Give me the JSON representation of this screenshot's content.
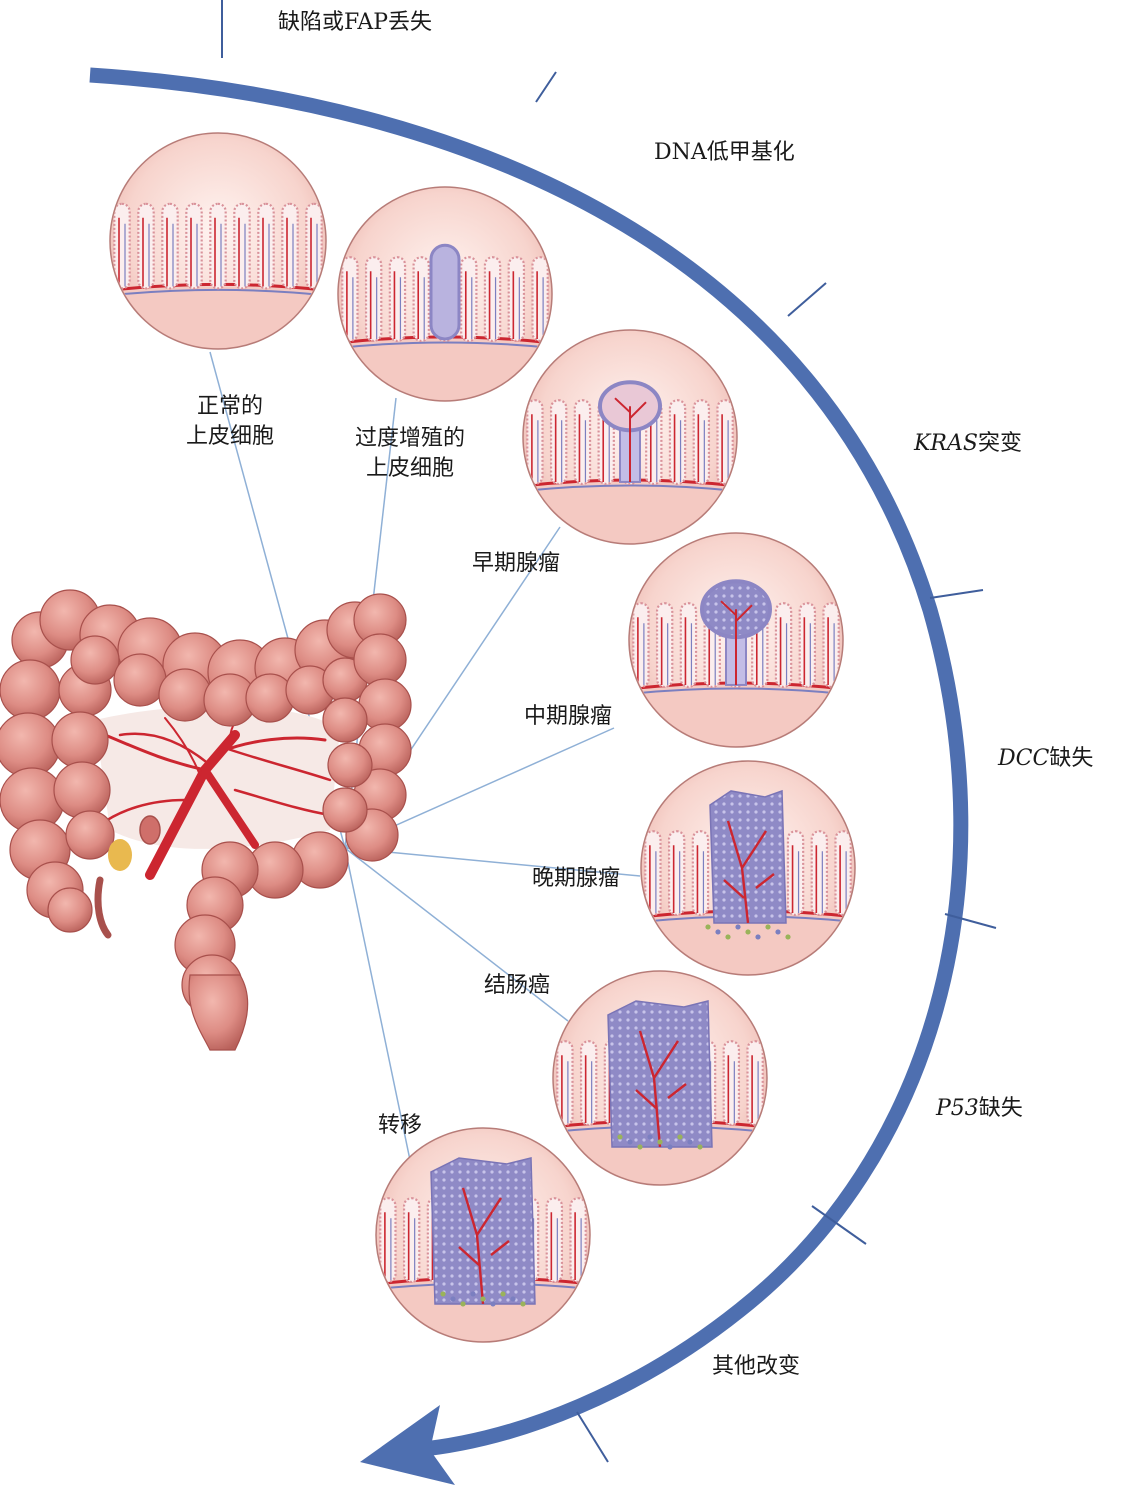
{
  "colors": {
    "arc": "#4e6fb0",
    "arc_edge": "#3f5e9c",
    "pointer_line": "#8fb0d6",
    "tissue_bg": "#f9dcd6",
    "villus_fill": "#fbeeee",
    "villus_edge": "#d9929a",
    "vessel": "#cc2630",
    "vein": "#7b7fc0",
    "tumor": "#8c86c4",
    "colon": "#d9847d",
    "colon_dark": "#a8504c"
  },
  "mutations": [
    {
      "key": "apc",
      "italic": "",
      "text": "缺陷或FAP丢失"
    },
    {
      "key": "dna",
      "italic": "",
      "text": "DNA低甲基化"
    },
    {
      "key": "kras",
      "italic": "KRAS",
      "text": "突变"
    },
    {
      "key": "dcc",
      "italic": "DCC",
      "text": "缺失"
    },
    {
      "key": "p53",
      "italic": "P53",
      "text": "缺失"
    },
    {
      "key": "other",
      "italic": "",
      "text": "其他改变"
    }
  ],
  "stages": [
    {
      "key": "normal",
      "lines": [
        "正常的",
        "上皮细胞"
      ],
      "tumor": 0
    },
    {
      "key": "hyperplastic",
      "lines": [
        "过度增殖的",
        "上皮细胞"
      ],
      "tumor": 1
    },
    {
      "key": "early",
      "lines": [
        "早期腺瘤"
      ],
      "tumor": 2
    },
    {
      "key": "intermediate",
      "lines": [
        "中期腺瘤"
      ],
      "tumor": 3
    },
    {
      "key": "late",
      "lines": [
        "晚期腺瘤"
      ],
      "tumor": 4
    },
    {
      "key": "carcinoma",
      "lines": [
        "结肠癌"
      ],
      "tumor": 5
    },
    {
      "key": "metastasis",
      "lines": [
        "转移"
      ],
      "tumor": 6
    }
  ]
}
